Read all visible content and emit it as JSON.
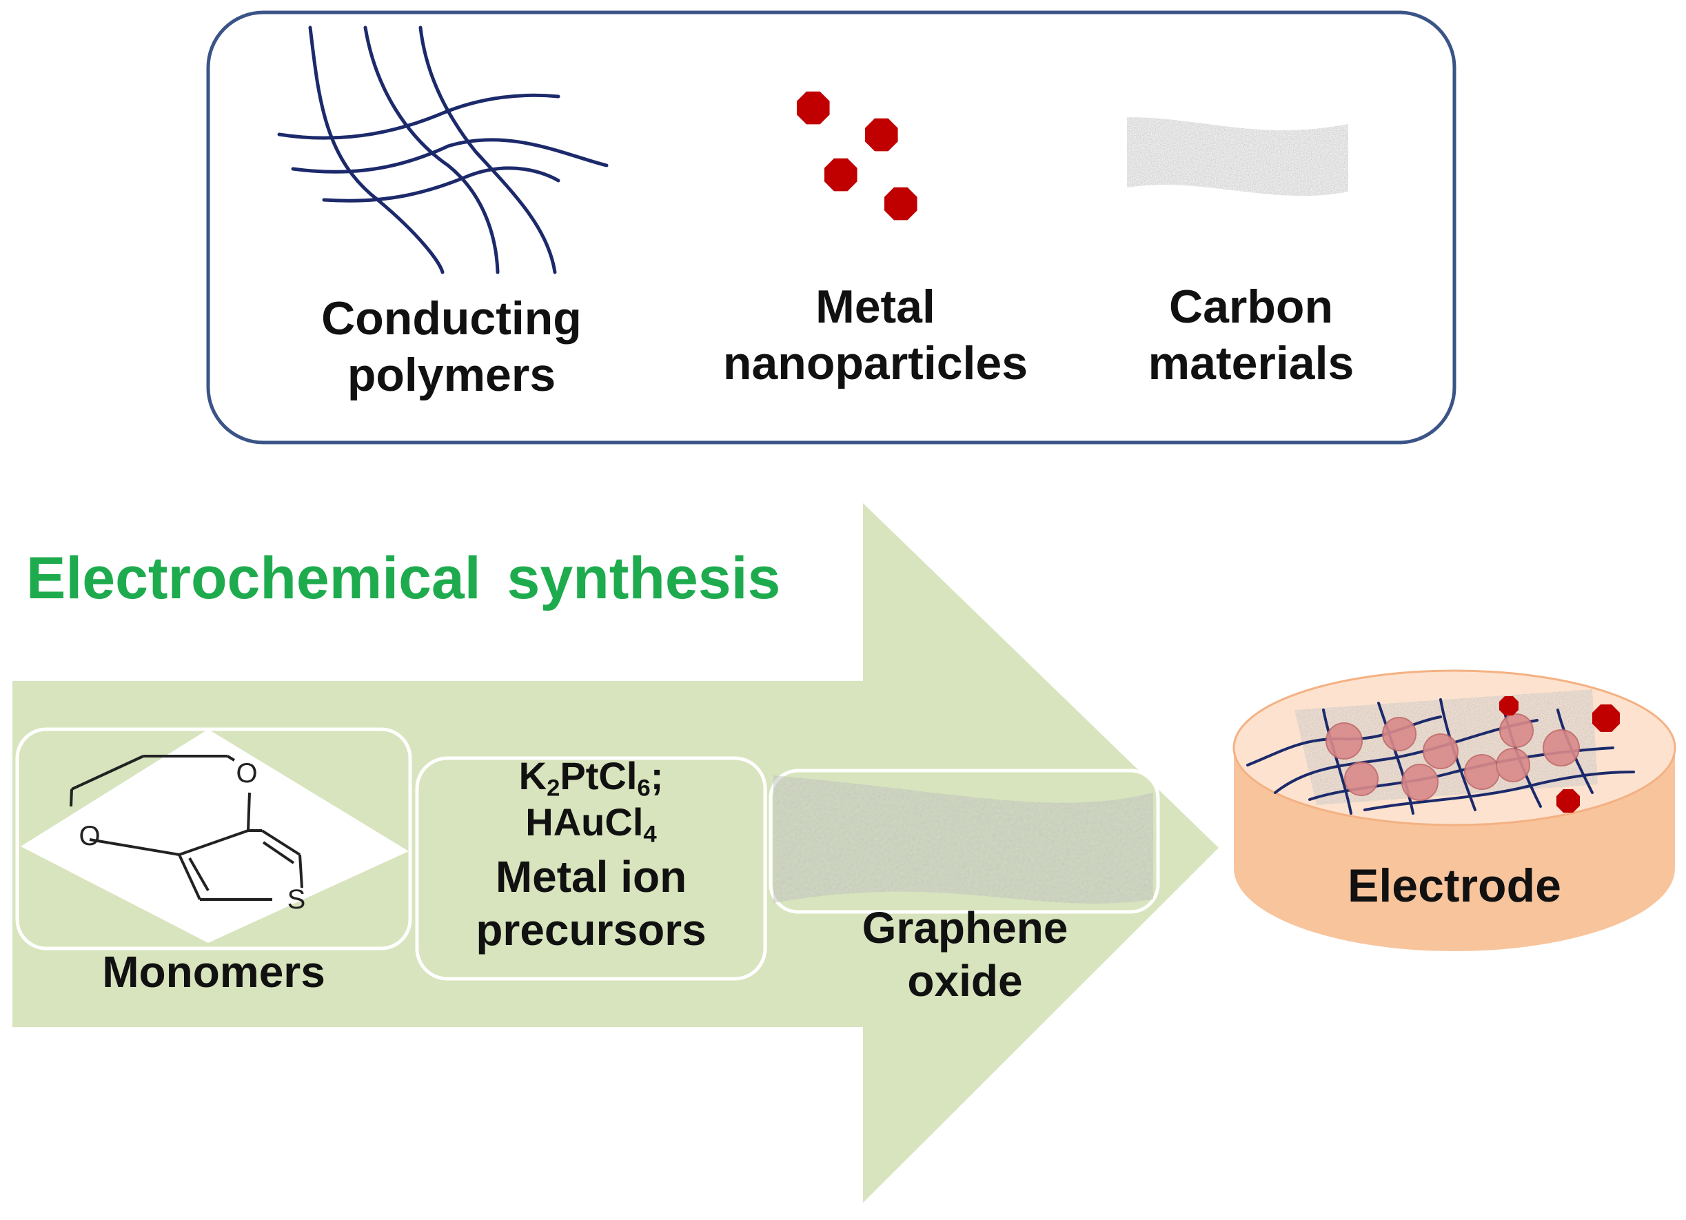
{
  "legend": {
    "items": [
      {
        "line1": "Conducting",
        "line2": "polymers"
      },
      {
        "line1": "Metal",
        "line2": "nanoparticles"
      },
      {
        "line1": "Carbon",
        "line2": "materials"
      }
    ]
  },
  "process": {
    "title": "Electrochemical synthesis",
    "title_color": "#1eab4e",
    "arrow_color": "#d7e4bd",
    "monomer": {
      "label": "Monomers",
      "atom_o": "O",
      "atom_s": "S"
    },
    "metal": {
      "formula1": {
        "a": "K",
        "b": "2",
        "c": "PtCl",
        "d": "6",
        "e": ";"
      },
      "formula2": {
        "a": "HAuCl",
        "b": "4"
      },
      "line1": "Metal ion",
      "line2": "precursors"
    },
    "graphene": {
      "line1": "Graphene",
      "line2": "oxide"
    }
  },
  "electrode": {
    "label": "Electrode",
    "fill_color": "#f8c49c"
  },
  "colors": {
    "polymer": "#1c2a6b",
    "nanoparticle": "#c00000",
    "box_border": "#3b5487"
  }
}
